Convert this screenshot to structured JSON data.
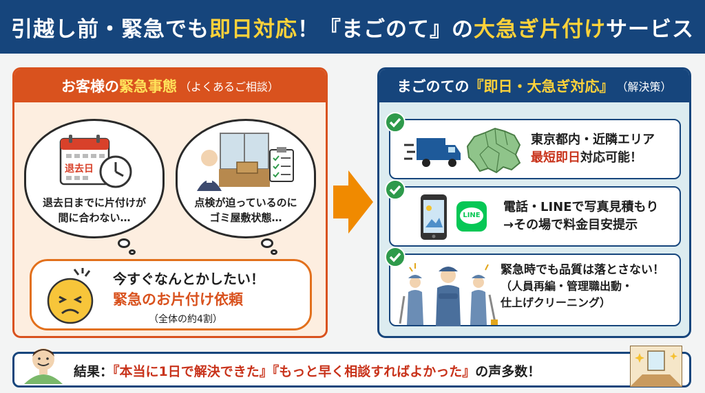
{
  "header": {
    "title_pre": "引越し前・緊急でも",
    "title_hl1": "即日対応",
    "title_mid": "！『まごのて』の",
    "title_hl2": "大急ぎ片付け",
    "title_post": "サービス"
  },
  "left": {
    "title_pre": "お客様の",
    "title_hl": "緊急事態",
    "title_small": "（よくあるご相談）",
    "case1": {
      "icon_label": "退去日",
      "line1": "退去日までに片付けが",
      "line2": "間に合わない…"
    },
    "case2": {
      "line1": "点検が迫っているのに",
      "line2": "ゴミ屋敷状態…"
    },
    "callout": {
      "line1": "今すぐなんとかしたい！",
      "line2": "緊急のお片付け依頼",
      "line3": "（全体の約4割）"
    }
  },
  "right": {
    "title_pre": "まごのての",
    "title_hl": "『即日・大急ぎ対応』",
    "title_small": "（解決策）",
    "sol1": {
      "line1": "東京都内・近隣エリア",
      "line2_hl": "最短即日",
      "line2_post": "対応可能！"
    },
    "sol2": {
      "line1": "電話・LINEで写真見積もり",
      "line2": "→その場で料金目安提示",
      "line_logo": "LINE"
    },
    "sol3": {
      "line1": "緊急時でも品質は落とさない！",
      "line2": "（人員再編・管理職出動・",
      "line3": "仕上げクリーニング）"
    }
  },
  "footer": {
    "pre": "結果：",
    "quote": "『本当に1日で解決できた』『もっと早く相談すればよかった』",
    "post": "の声多数！"
  },
  "colors": {
    "navy": "#16457c",
    "orange": "#d9521e",
    "accent_orange": "#f08a00",
    "green": "#2e9a4b",
    "yellow": "#ffd23a"
  }
}
